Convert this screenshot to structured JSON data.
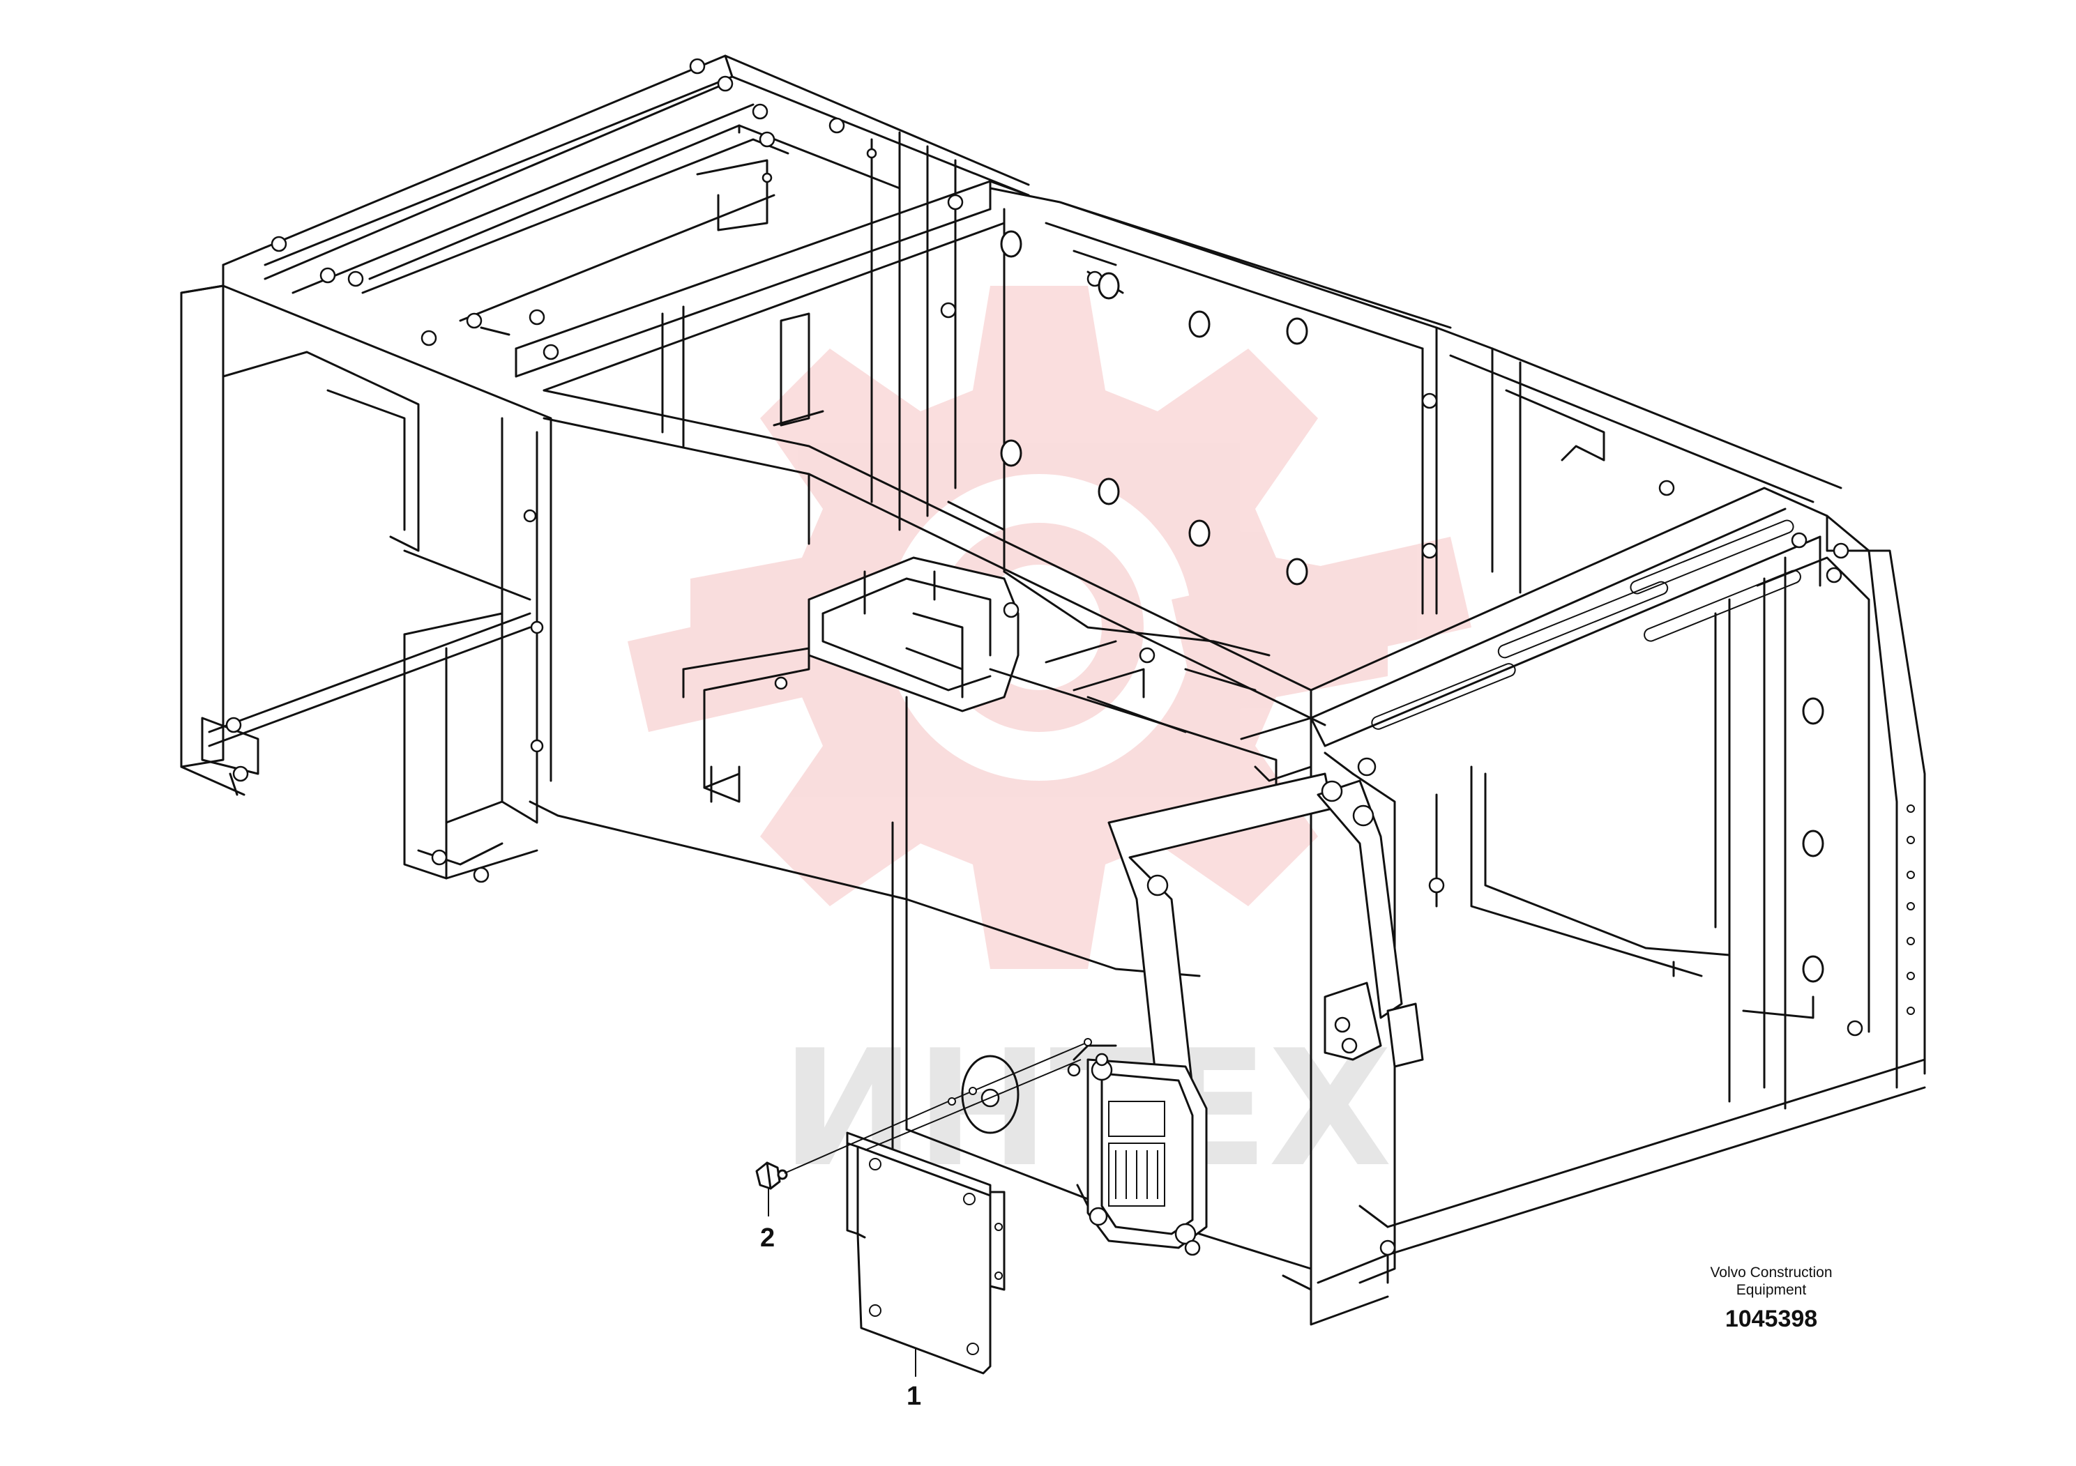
{
  "diagram": {
    "callouts": [
      {
        "id": "1",
        "label": "1"
      },
      {
        "id": "2",
        "label": "2"
      }
    ],
    "manufacturer_line1": "Volvo Construction",
    "manufacturer_line2": "Equipment",
    "document_number": "1045398",
    "watermark_text": "ИНТЕХ"
  },
  "colors": {
    "line": "#111111",
    "background": "#ffffff",
    "watermark_red": "#f0a0a0",
    "watermark_grey": "#c8c8c8"
  }
}
